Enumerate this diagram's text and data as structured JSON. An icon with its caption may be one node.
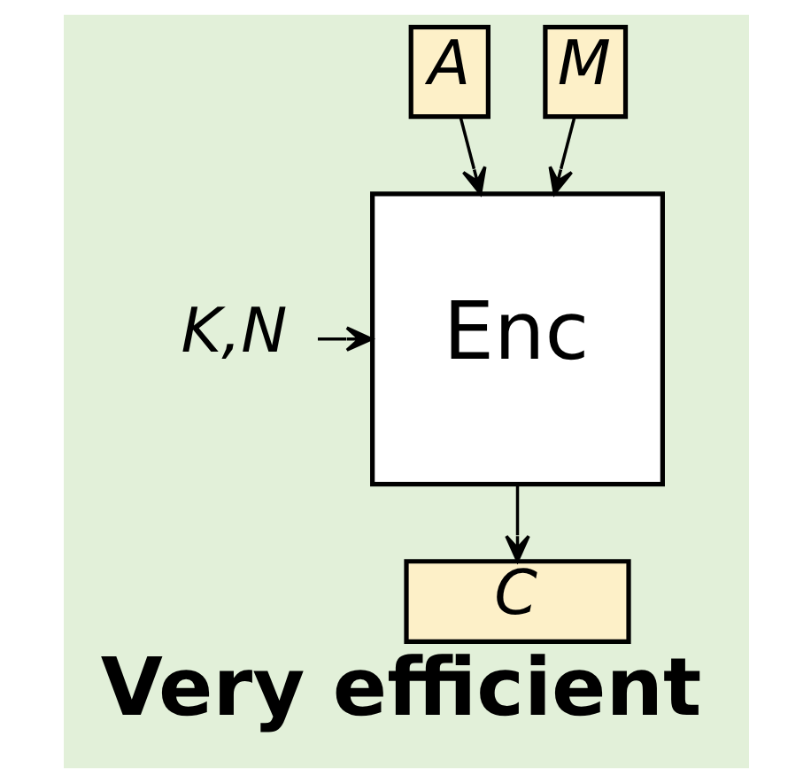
{
  "diagram": {
    "caption": "Very efficient",
    "nodes": [
      {
        "text": [
          "A"
        ]
      },
      {
        "text": [
          "M"
        ]
      },
      {
        "text": [
          "K,N"
        ]
      },
      {
        "text": [
          "Enc"
        ]
      },
      {
        "text": [
          "C"
        ]
      }
    ],
    "edges": [
      {
        "from": 0,
        "to": 3,
        "arrow": "to"
      },
      {
        "from": 1,
        "to": 3,
        "arrow": "to"
      },
      {
        "from": 2,
        "to": 3,
        "arrow": "to"
      },
      {
        "from": 3,
        "to": 4,
        "arrow": "to"
      }
    ]
  }
}
